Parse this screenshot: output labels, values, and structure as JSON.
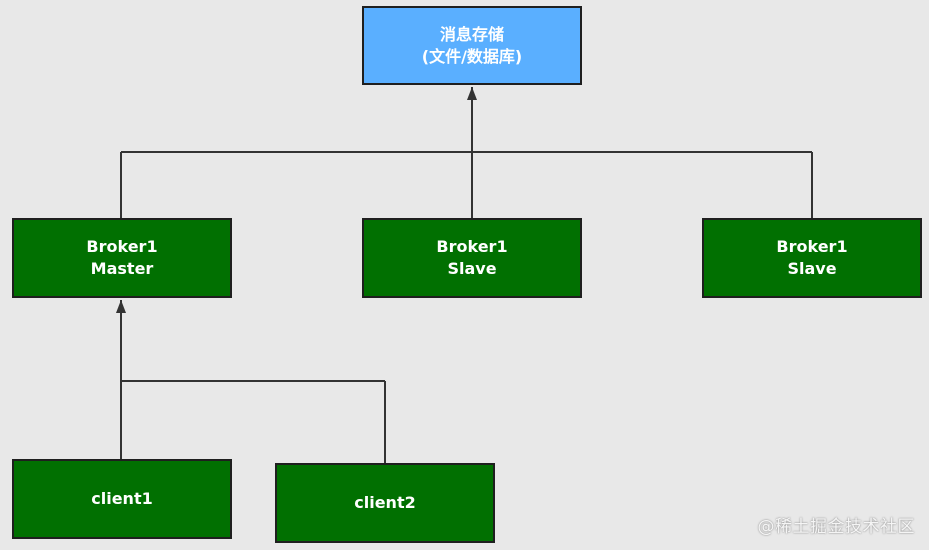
{
  "diagram": {
    "storage": {
      "line1": "消息存储",
      "line2": "(文件/数据库)"
    },
    "brokers": [
      {
        "line1": "Broker1",
        "line2": "Master"
      },
      {
        "line1": "Broker1",
        "line2": "Slave"
      },
      {
        "line1": "Broker1",
        "line2": "Slave"
      }
    ],
    "clients": [
      {
        "label": "client1"
      },
      {
        "label": "client2"
      }
    ],
    "colors": {
      "background": "#e8e8e8",
      "storage_fill": "#5aafff",
      "node_fill": "#017001",
      "connector": "#333333"
    }
  },
  "watermark": {
    "text": "@稀土掘金技术社区"
  }
}
